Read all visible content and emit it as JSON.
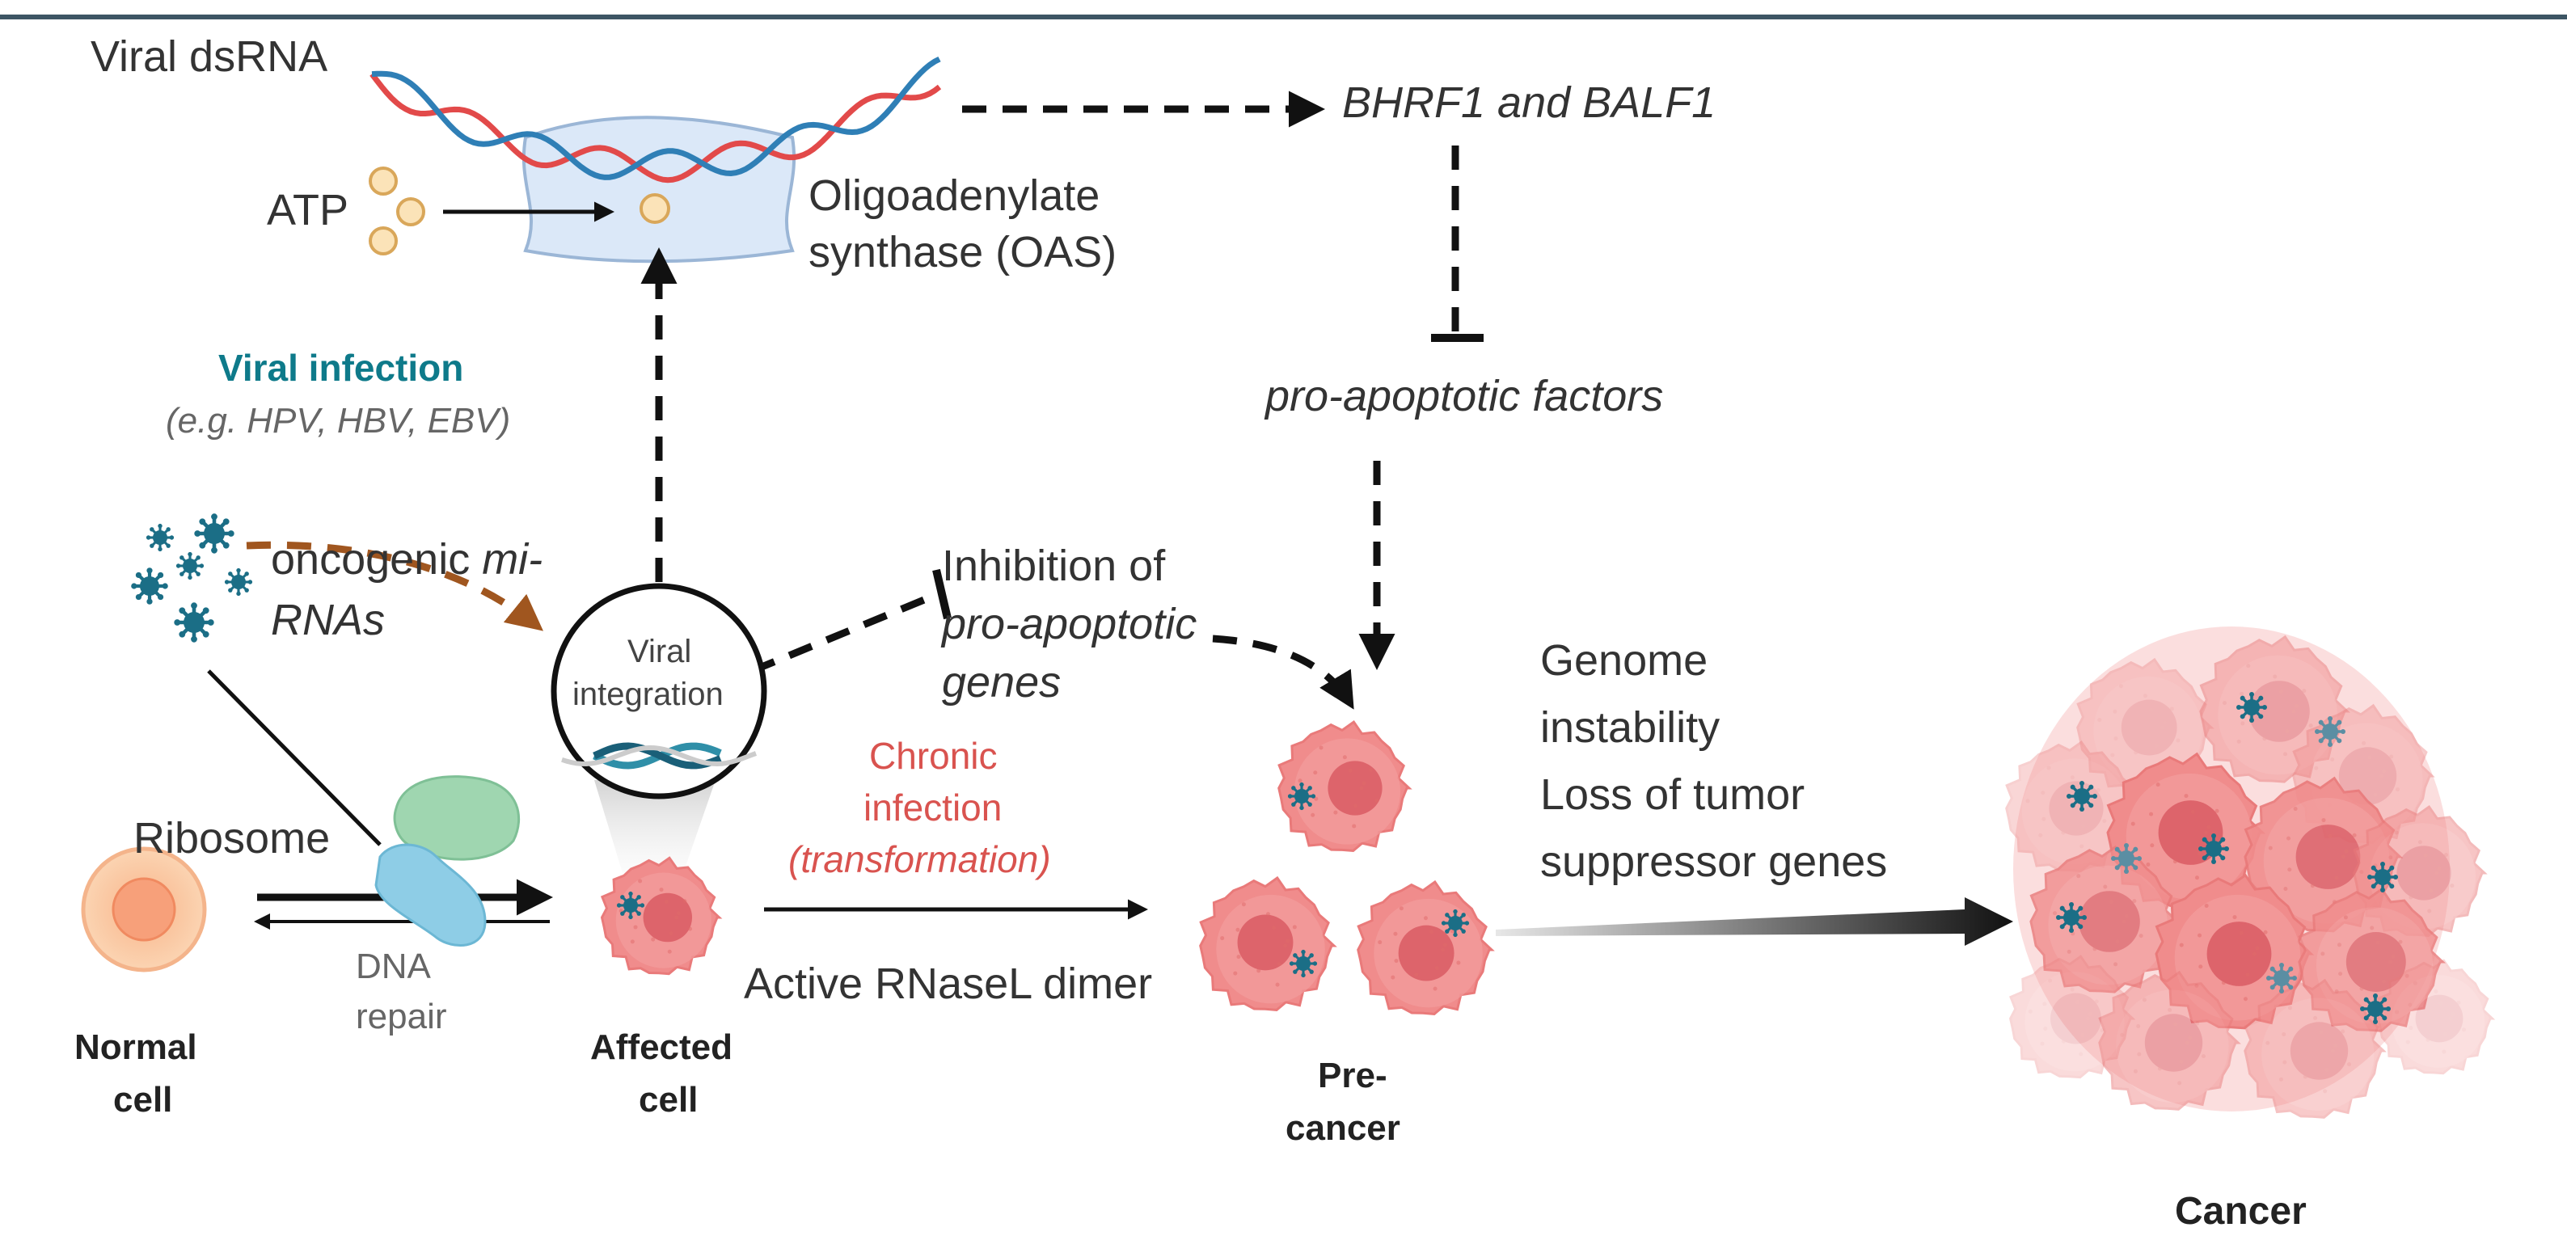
{
  "top_labels": {
    "viral_dsrna": "Viral dsRNA",
    "atp": "ATP",
    "oas_line1": "Oligoadenylate",
    "oas_line2": "synthase (OAS)",
    "bhrf1": "BHRF1 and BALF1",
    "pro_apoptotic_factors": "pro-apoptotic factors"
  },
  "infection": {
    "title": "Viral infection",
    "examples": "(e.g. HPV, HBV, EBV)"
  },
  "mirna": {
    "text1": "oncogenic ",
    "text1_italic": "mi-",
    "text2": "RNAs"
  },
  "inhibition": {
    "line1": "Inhibition of",
    "line2": "pro-apoptotic",
    "line3": "genes"
  },
  "viral_integration": {
    "line1": "Viral",
    "line2": "integration"
  },
  "chronic": {
    "line1": "Chronic",
    "line2": "infection",
    "line3": "(transformation)"
  },
  "genome_text": {
    "line1": "Genome",
    "line2": "instability",
    "line3": "Loss of tumor",
    "line4": "suppressor genes"
  },
  "ribosome": "Ribosome",
  "dna_repair": {
    "line1": "DNA",
    "line2": "repair"
  },
  "rnasel": "Active RNaseL dimer",
  "stages": {
    "normal": {
      "line1": "Normal",
      "line2": "cell"
    },
    "affected": {
      "line1": "Affected",
      "line2": "cell"
    },
    "precancer": {
      "line1": "Pre-",
      "line2": "cancer"
    },
    "cancer": "Cancer"
  },
  "colors": {
    "header_rule": "#3d5564",
    "teal": "#0e7a8a",
    "virus": "#1b6e86",
    "cell_pink": "#f08c8c",
    "nucleus": "#d95a63",
    "brown_arrow": "#a0561f",
    "chronic_red": "#d9534f",
    "oas_fill": "#dbe8f8",
    "gray_label": "#666666"
  }
}
